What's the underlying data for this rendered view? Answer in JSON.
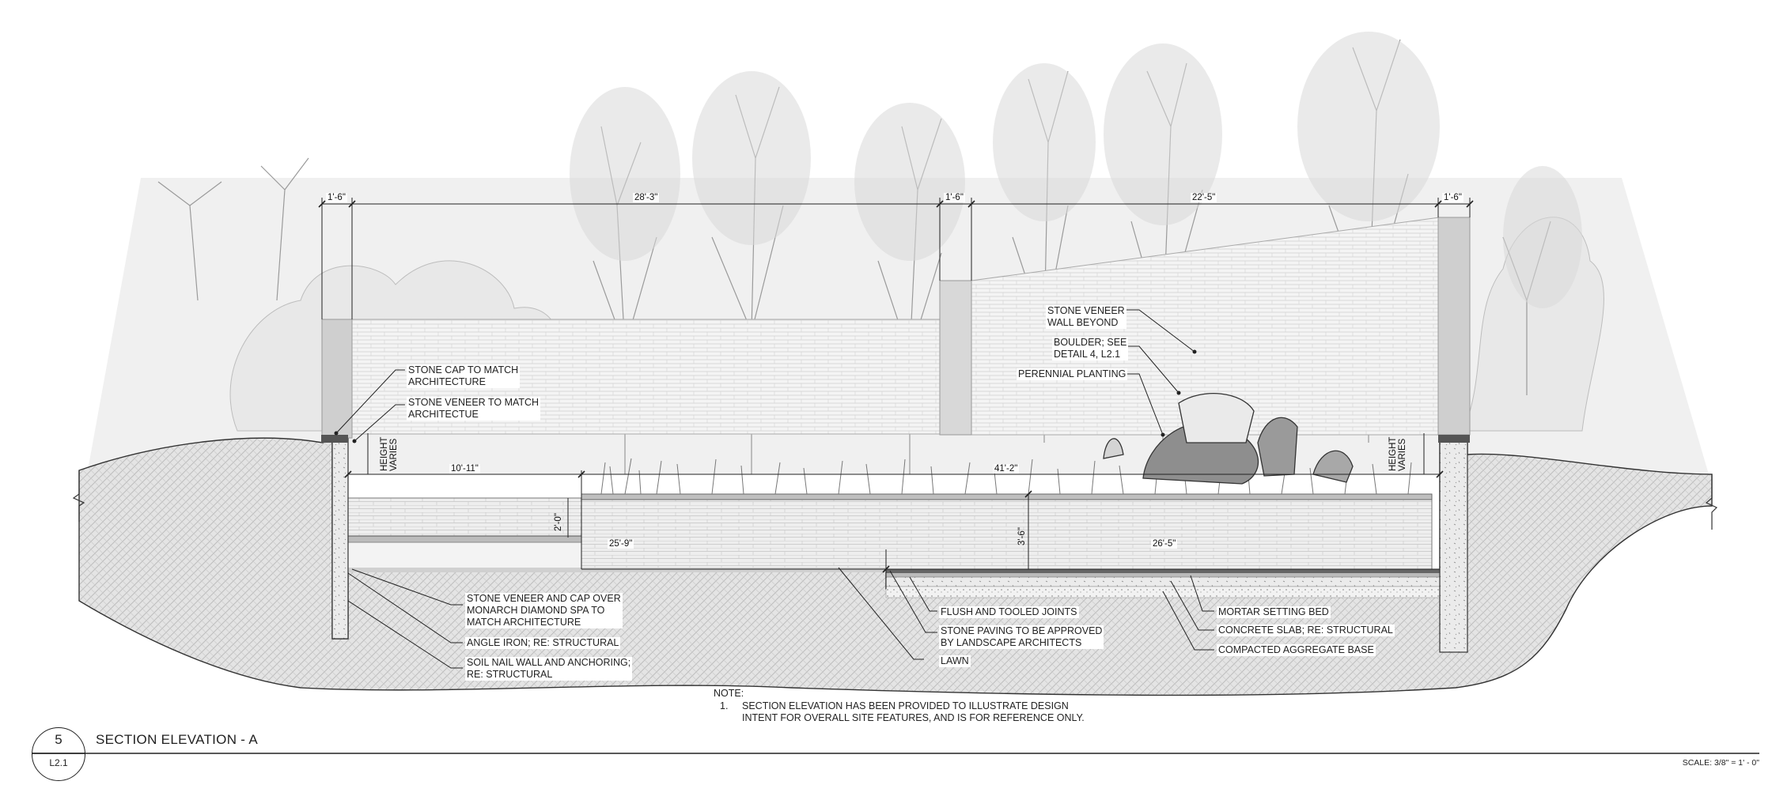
{
  "title": {
    "number": "5",
    "sheet": "L2.1",
    "text": "SECTION ELEVATION - A",
    "scale": "SCALE: 3/8\" = 1' - 0\""
  },
  "note": {
    "heading": "NOTE:",
    "index": "1.",
    "line1": "SECTION ELEVATION HAS BEEN PROVIDED TO ILLUSTRATE DESIGN",
    "line2": "INTENT FOR OVERALL SITE FEATURES, AND IS FOR REFERENCE ONLY."
  },
  "dimensions": {
    "top_left_pier": "1'-6\"",
    "top_left_span": "28'-3\"",
    "top_mid_pier": "1'-6\"",
    "top_right_span": "22'-5\"",
    "top_right_pier": "1'-6\"",
    "level_left": "10'-11\"",
    "level_right": "41'-2\"",
    "step_height": "2'-0\"",
    "floor_left": "25'-9\"",
    "depth": "3'-6\"",
    "floor_right": "26'-5\"",
    "height_varies_left": "HEIGHT VARIES",
    "height_varies_right": "HEIGHT VARIES"
  },
  "callouts": {
    "stone_cap": [
      "STONE CAP TO MATCH",
      "ARCHITECTURE"
    ],
    "stone_veneer_match": [
      "STONE VENEER TO MATCH",
      "ARCHITECTUE"
    ],
    "stone_veneer_wall_beyond": [
      "STONE VENEER",
      "WALL BEYOND"
    ],
    "boulder": [
      "BOULDER; SEE",
      "DETAIL 4, L2.1"
    ],
    "perennial": [
      "PERENNIAL PLANTING"
    ],
    "veneer_cap_spa": [
      "STONE VENEER AND CAP OVER",
      "MONARCH DIAMOND SPA TO",
      "MATCH ARCHITECTURE"
    ],
    "angle_iron": [
      "ANGLE IRON; RE: STRUCTURAL"
    ],
    "soil_nail": [
      "SOIL NAIL WALL AND ANCHORING;",
      "RE: STRUCTURAL"
    ],
    "flush_joints": [
      "FLUSH AND TOOLED JOINTS"
    ],
    "stone_paving": [
      "STONE PAVING TO BE APPROVED",
      "BY LANDSCAPE ARCHITECTS"
    ],
    "lawn": [
      "LAWN"
    ],
    "mortar": [
      "MORTAR SETTING BED"
    ],
    "concrete_slab": [
      "CONCRETE SLAB; RE: STRUCTURAL"
    ],
    "aggregate": [
      "COMPACTED AGGREGATE BASE"
    ]
  }
}
